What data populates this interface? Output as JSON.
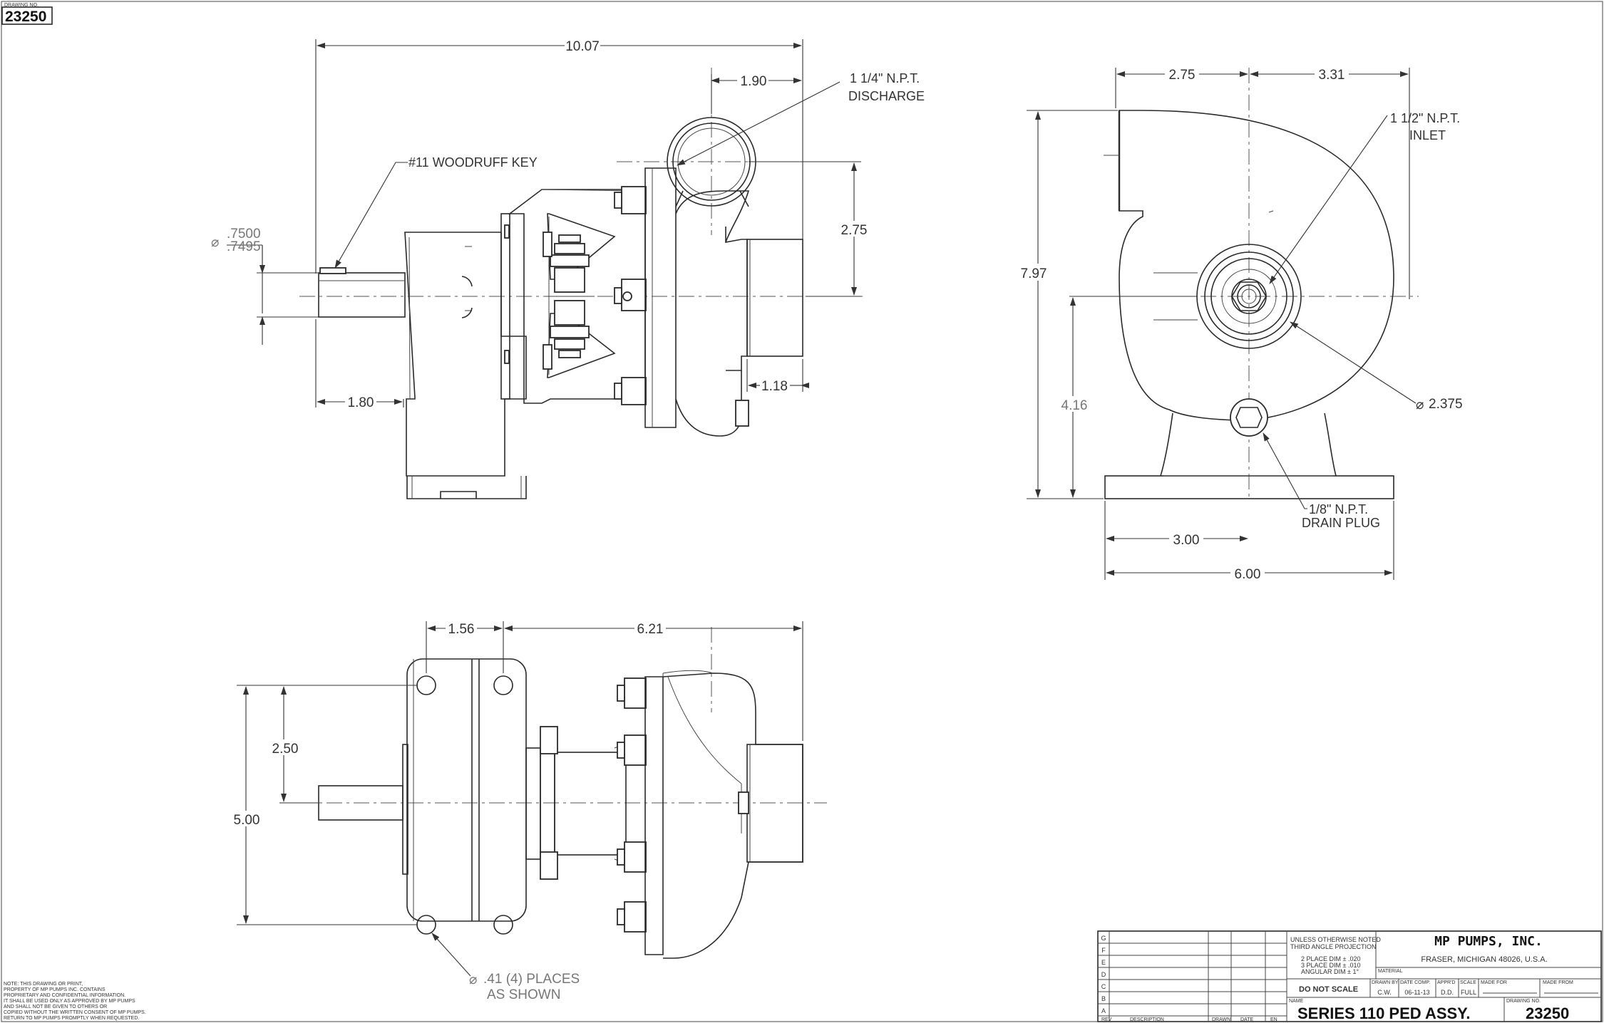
{
  "drawing_corner": {
    "label": "DRAWING NO.",
    "number": "23250"
  },
  "side_view": {
    "dim_overall": "10.07",
    "dim_discharge_offset": "1.90",
    "discharge_label_1": "1 1/4\" N.P.T.",
    "discharge_label_2": "DISCHARGE",
    "woodruff_label": "#11 WOODRUFF KEY",
    "shaft_dia_max": ".7500",
    "shaft_dia_min": ".7495",
    "dim_height_275": "2.75",
    "dim_shaft_180": "1.80",
    "dim_118": "1.18"
  },
  "end_view": {
    "dim_275": "2.75",
    "dim_331": "3.31",
    "inlet_label_1": "1 1/2\" N.P.T.",
    "inlet_label_2": "INLET",
    "dim_797": "7.97",
    "dim_416": "4.16",
    "dim_2375": "2.375",
    "drain_label_1": "1/8\" N.P.T.",
    "drain_label_2": "DRAIN PLUG",
    "dim_300": "3.00",
    "dim_600": "6.00"
  },
  "top_view": {
    "dim_156": "1.56",
    "dim_621": "6.21",
    "dim_250": "2.50",
    "dim_500": "5.00",
    "holes_label_1": ".41 (4) PLACES",
    "holes_label_2": "AS SHOWN"
  },
  "note_lines": [
    "NOTE: THIS DRAWING OR PRINT,",
    "PROPERTY OF MP PUMPS INC. CONTAINS",
    "PROPRIETARY AND CONFIDENTIAL INFORMATION.",
    "IT SHALL BE USED ONLY AS APPROVED BY MP PUMPS",
    "AND SHALL NOT BE GIVEN TO OTHERS OR",
    "COPIED WITHOUT THE WRITTEN CONSENT OF MP PUMPS.",
    "RETURN TO MP PUMPS PROMPTLY WHEN REQUESTED."
  ],
  "title_block": {
    "rev_letters": [
      "G",
      "F",
      "E",
      "D",
      "C",
      "B",
      "A"
    ],
    "rev_headers": [
      "REV",
      "DESCRIPTION",
      "DRAWN",
      "DATE",
      "EN"
    ],
    "tolerance_1": "UNLESS OTHERWISE NOTED",
    "tolerance_2": "THIRD ANGLE PROJECTION",
    "tolerance_3": "2 PLACE DIM ± .020",
    "tolerance_4": "3 PLACE DIM ± .010",
    "tolerance_5": "ANGULAR DIM ± 1°",
    "do_not_scale": "DO NOT SCALE",
    "company": "MP PUMPS, INC.",
    "address": "FRASER, MICHIGAN 48026, U.S.A.",
    "material_label": "MATERIAL",
    "drawn_by_label": "DRAWN BY",
    "date_comp_label": "DATE COMP.",
    "approved_label": "APPR'D",
    "scale_label": "SCALE",
    "made_for_label": "MADE FOR",
    "made_from_label": "MADE FROM",
    "drawn_by": "C.W.",
    "date_comp": "06-11-13",
    "approved": "D.D.",
    "scale": "FULL",
    "name_label": "NAME",
    "drawing_no_label": "DRAWING NO.",
    "name": "SERIES 110 PED ASSY.",
    "drawing_no": "23250"
  }
}
